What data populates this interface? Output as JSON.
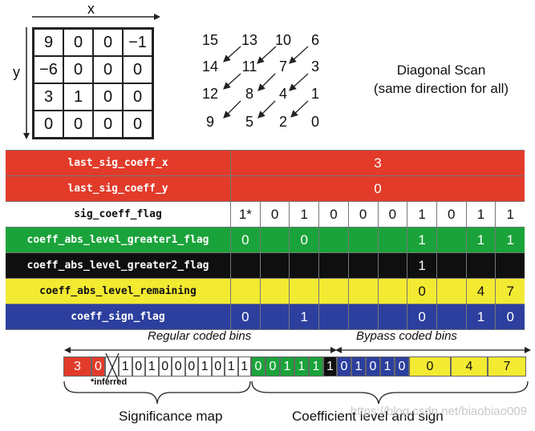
{
  "axes": {
    "x": "x",
    "y": "y"
  },
  "matrix": [
    [
      "9",
      "0",
      "0",
      "−1"
    ],
    [
      "−6",
      "0",
      "0",
      "0"
    ],
    [
      "3",
      "1",
      "0",
      "0"
    ],
    [
      "0",
      "0",
      "0",
      "0"
    ]
  ],
  "scan": {
    "numbers": [
      "15",
      "13",
      "10",
      "6",
      "14",
      "11",
      "7",
      "3",
      "12",
      "8",
      "4",
      "1",
      "9",
      "5",
      "2",
      "0"
    ],
    "caption_line1": "Diagonal Scan",
    "caption_line2": "(same direction for all)"
  },
  "table": {
    "rows": [
      {
        "label": "last_sig_coeff_x",
        "color": "#e23b2a",
        "span": "3"
      },
      {
        "label": "last_sig_coeff_y",
        "color": "#e23b2a",
        "span": "0"
      },
      {
        "label": "sig_coeff_flag",
        "color": "#ffffff",
        "cells": [
          "1*",
          "0",
          "1",
          "0",
          "0",
          "0",
          "1",
          "0",
          "1",
          "1"
        ]
      },
      {
        "label": "coeff_abs_level_greater1_flag",
        "color": "#1aa33a",
        "cells": [
          "0",
          "",
          "0",
          "",
          "",
          "",
          "1",
          "",
          "1",
          "1"
        ]
      },
      {
        "label": "coeff_abs_level_greater2_flag",
        "color": "#0f0f0f",
        "cells": [
          "",
          "",
          "",
          "",
          "",
          "",
          "1",
          "",
          "",
          ""
        ]
      },
      {
        "label": "coeff_abs_level_remaining",
        "color": "#f3ea32",
        "cells": [
          "",
          "",
          "",
          "",
          "",
          "",
          "0",
          "",
          "4",
          "7"
        ]
      },
      {
        "label": "coeff_sign_flag",
        "color": "#2c3f9e",
        "cells": [
          "0",
          "",
          "1",
          "",
          "",
          "",
          "0",
          "",
          "1",
          "0"
        ]
      }
    ]
  },
  "bins": {
    "regular_label": "Regular coded bins",
    "bypass_label": "Bypass coded bins",
    "red": [
      "3",
      "0"
    ],
    "white": [
      "1",
      "0",
      "1",
      "0",
      "0",
      "0",
      "1",
      "0",
      "1",
      "1"
    ],
    "green": [
      "0",
      "0",
      "1",
      "1",
      "1"
    ],
    "black": [
      "1"
    ],
    "blue": [
      "0",
      "1",
      "0",
      "1",
      "0"
    ],
    "yellow": [
      "0",
      "4",
      "7"
    ],
    "inferred_note": "*inferred"
  },
  "captions": {
    "significance_map": "Significance map",
    "coefficient_level": "Coefficient level and sign"
  },
  "watermark": "https://blog.csdn.net/biaobiao009"
}
